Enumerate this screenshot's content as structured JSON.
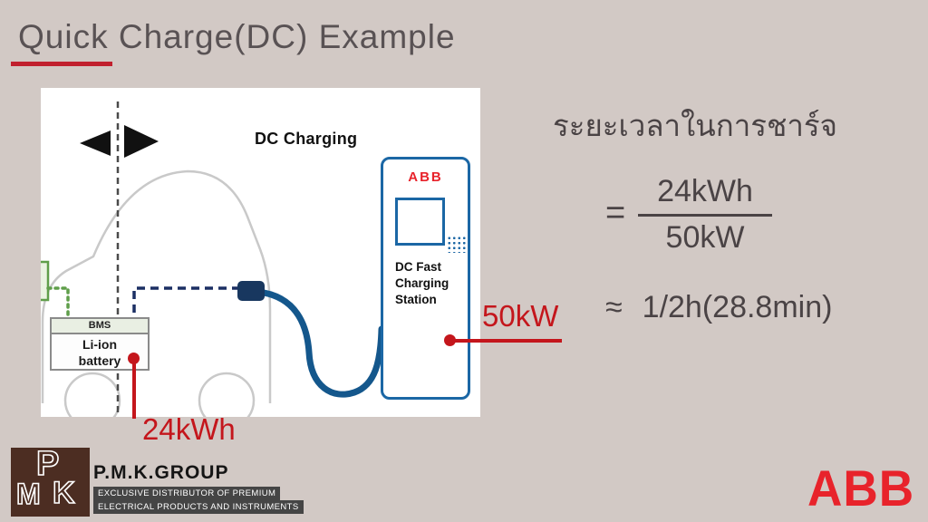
{
  "slide": {
    "title": "Quick Charge(DC) Example"
  },
  "diagram": {
    "dc_charging_label": "DC Charging",
    "station": {
      "brand": "ABB",
      "label": "DC Fast\nCharging\nStation"
    },
    "battery": {
      "bms_label": "BMS",
      "label": "Li-ion\nbattery"
    },
    "annotations": {
      "power": "50kW",
      "capacity": "24kWh"
    }
  },
  "calculation": {
    "heading": "ระยะเวลาในการชาร์จ",
    "equals_sign": "=",
    "numerator": "24kWh",
    "denominator": "50kW",
    "approx_sign": "≈",
    "result": "1/2h(28.8min)"
  },
  "footer": {
    "pmk": {
      "logo_letters": [
        "P",
        "M",
        "K"
      ],
      "name": "P.M.K.GROUP",
      "tagline_line1": "EXCLUSIVE DISTRIBUTOR OF PREMIUM",
      "tagline_line2": "ELECTRICAL PRODUCTS AND INSTRUMENTS"
    },
    "abb": "ABB"
  },
  "colors": {
    "background": "#d2c9c5",
    "title_text": "#595254",
    "accent_red": "#c1202e",
    "annotation_red": "#c4161c",
    "abb_red": "#e8232b",
    "station_blue": "#1b67a5",
    "cable_blue": "#14578c",
    "navy_dashed": "#1b2f63",
    "green": "#5f9e4a",
    "pmk_brown": "#4c2d22"
  }
}
